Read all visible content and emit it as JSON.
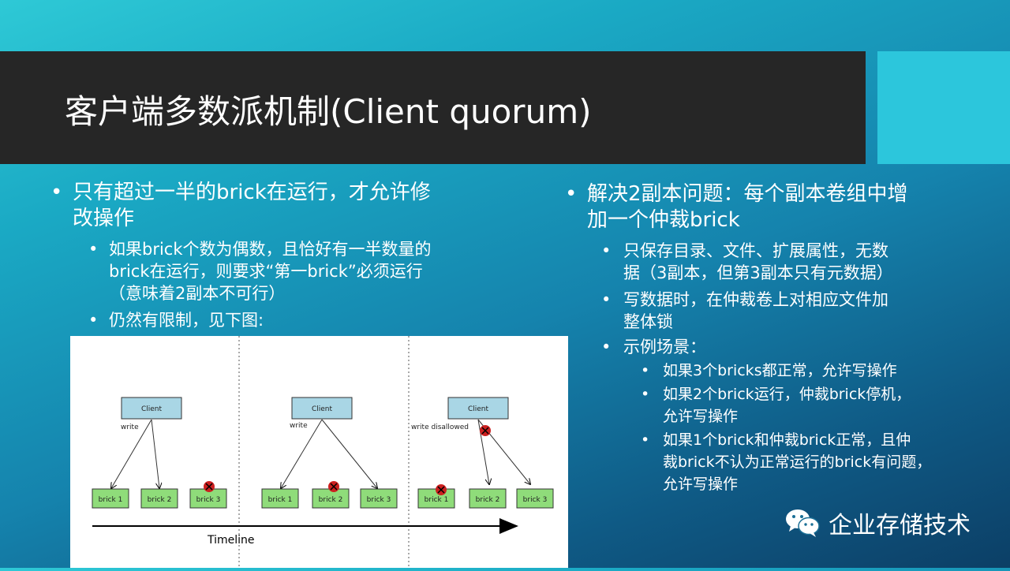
{
  "slide": {
    "title": "客户端多数派机制(Client quorum)"
  },
  "left": {
    "bullet1": "只有超过一半的brick在运行，才允许修改操作",
    "bullet1_line1": "只有超过一半的brick在运行，才允许修",
    "bullet1_line2": "改操作",
    "sub1_line1": "如果brick个数为偶数，且恰好有一半数量的",
    "sub1_line2": "brick在运行，则要求“第一brick”必须运行",
    "sub1_line3": "（意味着2副本不可行）",
    "sub2": "仍然有限制，见下图:"
  },
  "right": {
    "bullet1_line1": "解决2副本问题：每个副本卷组中增",
    "bullet1_line2": "加一个仲裁brick",
    "sub1_line1": "只保存目录、文件、扩展属性，无数",
    "sub1_line2": "据（3副本，但第3副本只有元数据）",
    "sub2_line1": "写数据时，在仲裁卷上对相应文件加",
    "sub2_line2": "整体锁",
    "sub3": "示例场景：",
    "s1": "如果3个bricks都正常，允许写操作",
    "s2_line1": "如果2个brick运行，仲裁brick停机，",
    "s2_line2": "允许写操作",
    "s3_line1": "如果1个brick和仲裁brick正常，且仲",
    "s3_line2": "裁brick不认为正常运行的brick有问题，",
    "s3_line3": "允许写操作"
  },
  "diagram": {
    "client_label": "Client",
    "write_label": "write",
    "write_disallowed_label": "write disallowed",
    "brick1": "brick 1",
    "brick2": "brick 2",
    "brick3": "brick 3",
    "timeline_label": "Timeline",
    "colors": {
      "client": "#a9d6e5",
      "brick": "#8fdc7a",
      "fail": "#cc2020"
    }
  },
  "brand": {
    "name": "企业存储技术",
    "icon": "wechat-icon"
  }
}
